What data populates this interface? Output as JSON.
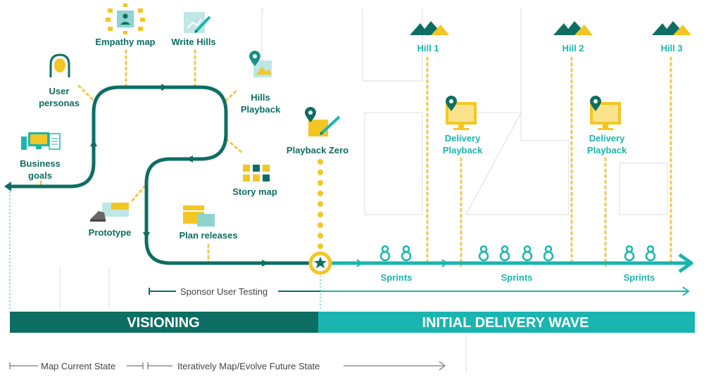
{
  "colors": {
    "dark_teal": "#0d6e63",
    "bright_teal": "#1ab5b0",
    "yellow": "#f3c623",
    "dot_yellow": "#f0c94a",
    "building_grey": "#dddddd",
    "text_grey": "#444444"
  },
  "phases": {
    "visioning": "VISIONING",
    "initial_delivery": "INITIAL DELIVERY WAVE"
  },
  "activities": {
    "empathy_map": "Empathy map",
    "write_hills": "Write Hills",
    "user_personas_line1": "User",
    "user_personas_line2": "personas",
    "hills_playback_line1": "Hills",
    "hills_playback_line2": "Playback",
    "business_goals_line1": "Business",
    "business_goals_line2": "goals",
    "story_map": "Story map",
    "prototype": "Prototype",
    "plan_releases": "Plan releases",
    "playback_zero": "Playback Zero"
  },
  "hills": [
    {
      "label": "Hill 1",
      "icon": "mountain-icon"
    },
    {
      "label": "Hill 2",
      "icon": "mountain-icon"
    },
    {
      "label": "Hill 3",
      "icon": "mountain-icon"
    }
  ],
  "delivery_playbacks": [
    {
      "line1": "Delivery",
      "line2": "Playback"
    },
    {
      "line1": "Delivery",
      "line2": "Playback"
    }
  ],
  "sprints": [
    "Sprints",
    "Sprints",
    "Sprints"
  ],
  "timelines": {
    "sponsor_user_testing": "Sponsor User Testing",
    "map_current_state": "Map Current State",
    "map_future_state": "Iteratively Map/Evolve Future State"
  }
}
